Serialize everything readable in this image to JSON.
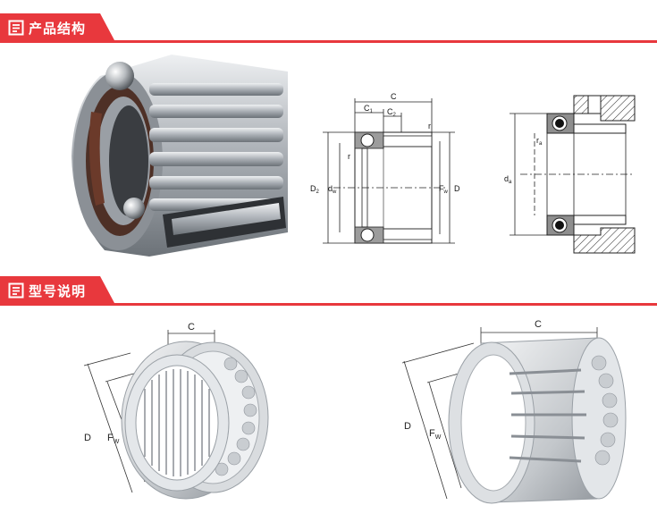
{
  "sections": [
    {
      "title": "产品结构",
      "icon": "document-icon"
    },
    {
      "title": "型号说明",
      "icon": "document-icon"
    }
  ],
  "cross_section_labels": {
    "c": "C",
    "c1": "C",
    "c1_sub": "1",
    "c2": "C",
    "c2_sub": "2",
    "r_top": "r",
    "r_left": "r",
    "d2": "D",
    "d2_sub": "2",
    "dw": "d",
    "dw_sub": "w",
    "fw": "F",
    "fw_sub": "w",
    "d": "D"
  },
  "mounting_labels": {
    "ra": "r",
    "ra_sub": "a",
    "da": "d",
    "da_sub": "a"
  },
  "dimension_labels_left": {
    "c": "C",
    "d": "D",
    "fw": "F",
    "fw_sub": "W"
  },
  "dimension_labels_right": {
    "c": "C",
    "d": "D",
    "fw": "F",
    "fw_sub": "W"
  },
  "colors": {
    "accent": "#e8383d",
    "steel": "#b9bec4",
    "seal": "#6b3a2a"
  }
}
